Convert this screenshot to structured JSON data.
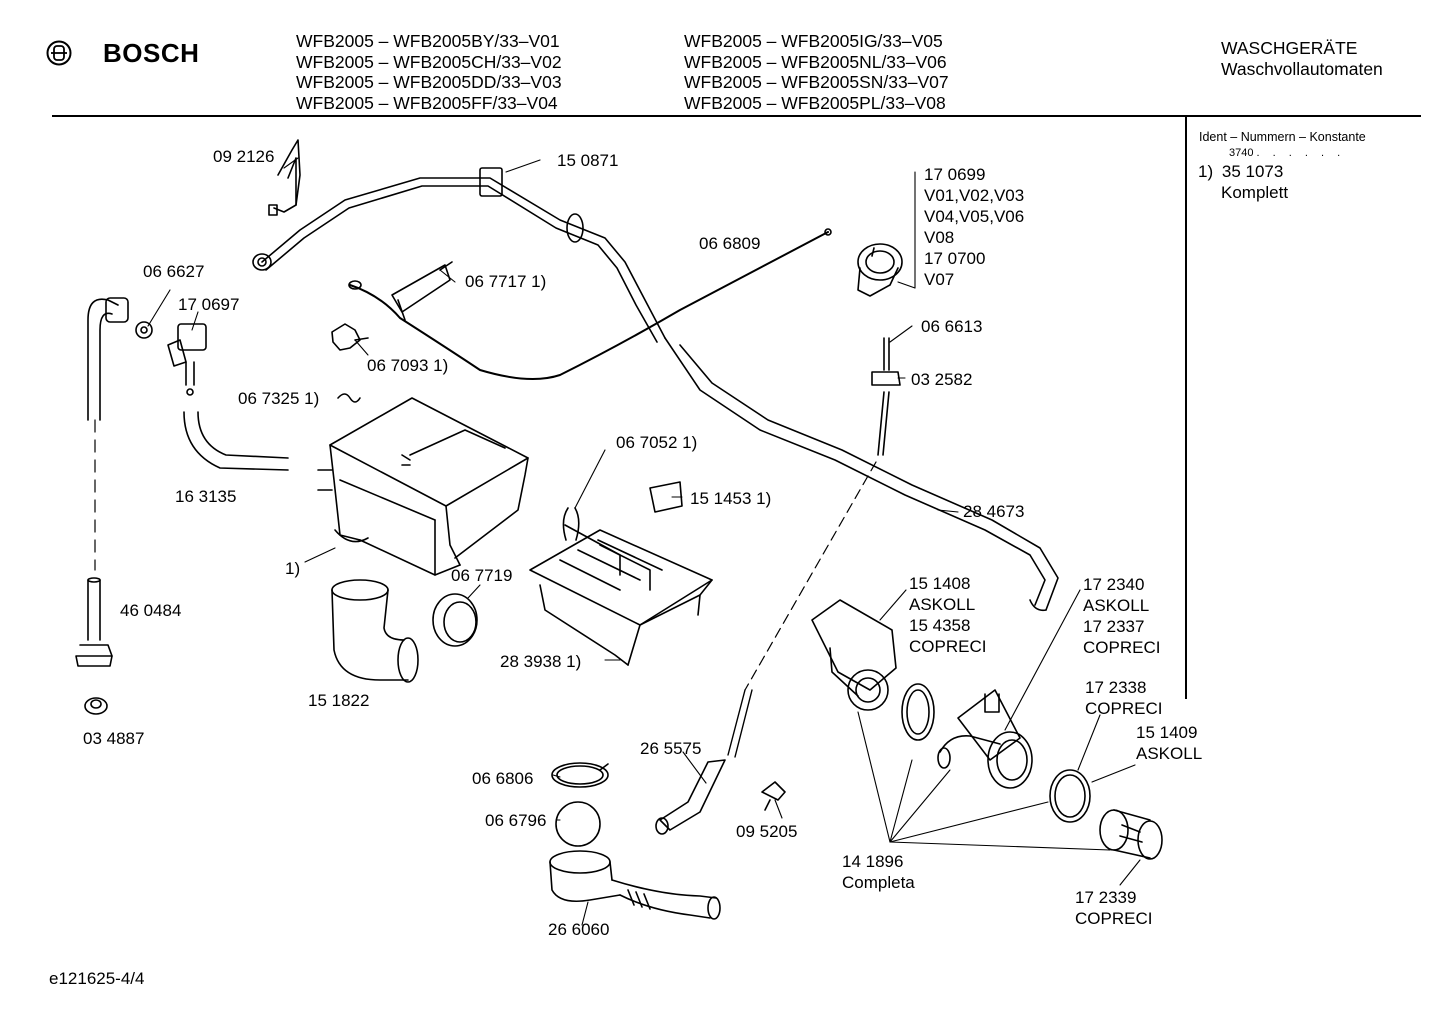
{
  "header": {
    "brand": "BOSCH",
    "models_col1": [
      "WFB2005 – WFB2005BY/33–V01",
      "WFB2005 – WFB2005CH/33–V02",
      "WFB2005 – WFB2005DD/33–V03",
      "WFB2005 – WFB2005FF/33–V04"
    ],
    "models_col2": [
      "WFB2005 – WFB2005IG/33–V05",
      "WFB2005 – WFB2005NL/33–V06",
      "WFB2005 – WFB2005SN/33–V07",
      "WFB2005 – WFB2005PL/33–V08"
    ],
    "category": "WASCHGERÄTE",
    "subcategory": "Waschvollautomaten"
  },
  "ident_panel": {
    "title": "Ident – Nummern – Konstante",
    "constant": "3740",
    "constant_dots": ". . . . . .",
    "note_marker": "1)",
    "note_number": "35 1073",
    "note_text": "Komplett"
  },
  "parts": {
    "p092126": "09 2126",
    "p150871": "15 0871",
    "p066809": "06 6809",
    "p170699_lines": [
      "17 0699",
      "V01,V02,V03",
      "V04,V05,V06",
      "V08",
      "17 0700",
      "V07"
    ],
    "p066627": "06 6627",
    "p170697": "17 0697",
    "p067717": "06 7717 1)",
    "p067093": "06 7093 1)",
    "p066613": "06 6613",
    "p032582": "03 2582",
    "p067325": "06 7325 1)",
    "p163135": "16 3135",
    "p067052": "06 7052 1)",
    "p151453": "15 1453 1)",
    "p284673": "28 4673",
    "p1_marker": "1)",
    "p067719": "06 7719",
    "p460484": "46 0484",
    "p151822": "15 1822",
    "p283938": "28 3938 1)",
    "p151408_lines": [
      "15 1408",
      "ASKOLL",
      "15 4358",
      "COPRECI"
    ],
    "p172340_lines": [
      "17 2340",
      "ASKOLL",
      "17 2337",
      "COPRECI"
    ],
    "p034887": "03 4887",
    "p172338_lines": [
      "17 2338",
      "COPRECI"
    ],
    "p151409_lines": [
      "15 1409",
      "ASKOLL"
    ],
    "p265575": "26 5575",
    "p066806": "06 6806",
    "p066796": "06 6796",
    "p095205": "09 5205",
    "p141896_lines": [
      "14 1896",
      "Completa"
    ],
    "p172339_lines": [
      "17 2339",
      "COPRECI"
    ],
    "p266060": "26 6060"
  },
  "footer": {
    "doc_id": "e121625-4/4"
  }
}
